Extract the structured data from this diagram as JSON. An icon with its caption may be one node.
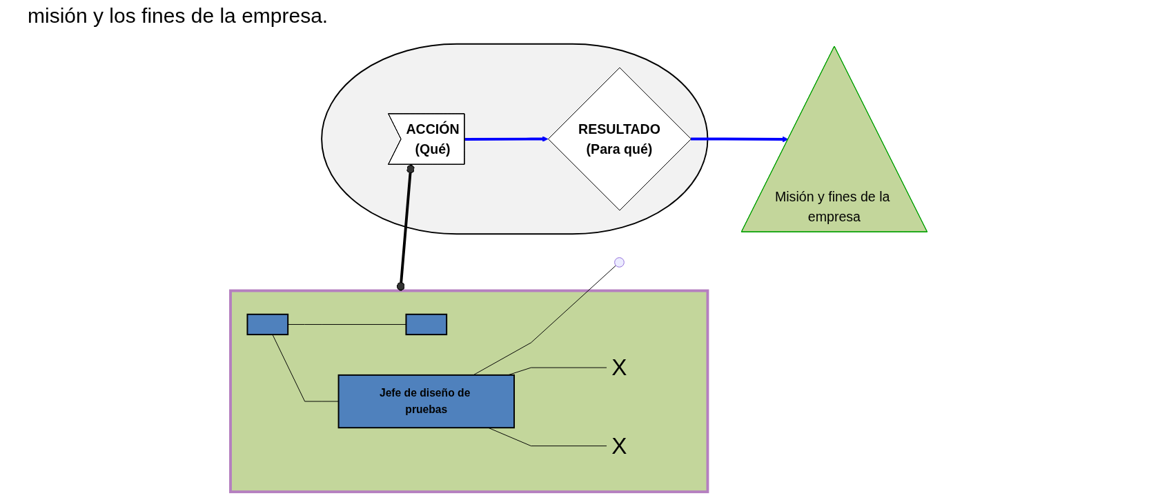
{
  "diagram": {
    "nodes": [
      {
        "text": [],
        "shape": "triangle"
      },
      {
        "text": [],
        "shape": "box",
        "in": 0
      },
      {
        "text": [],
        "shape": "box",
        "in": 0
      },
      {
        "text": [
          "Jefe de diseño de pruebas"
        ],
        "in": 0
      },
      {
        "text": [
          "X"
        ],
        "in": 0
      },
      {
        "text": [
          "X"
        ],
        "in": 0
      },
      {
        "text": [],
        "shape": "ellipse"
      },
      {
        "text": [
          "ACCIÓN",
          "(Qué)"
        ],
        "in": 6
      },
      {
        "text": [
          "RESULTADO",
          "(Para qué)"
        ],
        "in": 6
      },
      {
        "text": [
          "Misión y fines de la empresa"
        ]
      }
    ],
    "edges": [
      {
        "from": 1,
        "to": 2,
        "arrow": "none"
      },
      {
        "from": 1,
        "to": 3,
        "arrow": "none"
      },
      {
        "from": 3,
        "to": 4,
        "arrow": "none"
      },
      {
        "from": 3,
        "to": 5,
        "arrow": "none"
      },
      {
        "from": 3,
        "to": null,
        "arrow": "none"
      },
      {
        "from": 0,
        "to": 7,
        "arrow": "other",
        "style": "thick"
      },
      {
        "from": 7,
        "to": 8,
        "arrow": "to",
        "style": "thick",
        "color": "#0000ff"
      },
      {
        "from": 8,
        "to": 9,
        "arrow": "to",
        "style": "thick",
        "color": "#0000ff"
      }
    ],
    "labels": [
      "misión y los fines de la empresa."
    ]
  }
}
